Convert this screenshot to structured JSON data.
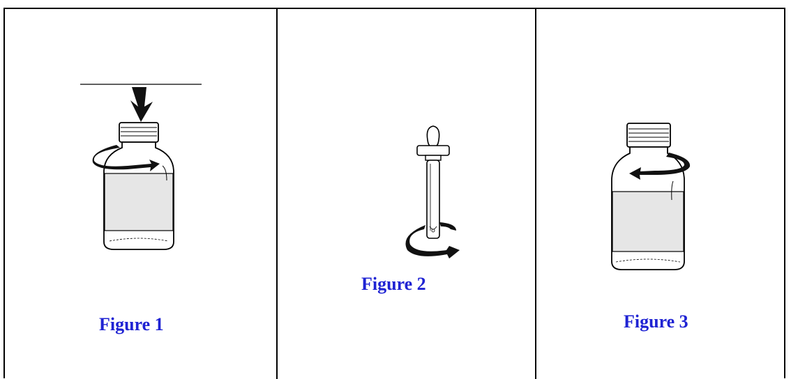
{
  "figures": [
    {
      "caption": "Figure 1",
      "depicts": "bottle-press-down-and-twist-cap"
    },
    {
      "caption": "Figure 2",
      "depicts": "dropper-twist"
    },
    {
      "caption": "Figure 3",
      "depicts": "bottle-twist-cap"
    }
  ],
  "colors": {
    "caption": "#1f23d3",
    "border": "#000000",
    "label_fill": "#e6e6e6"
  }
}
